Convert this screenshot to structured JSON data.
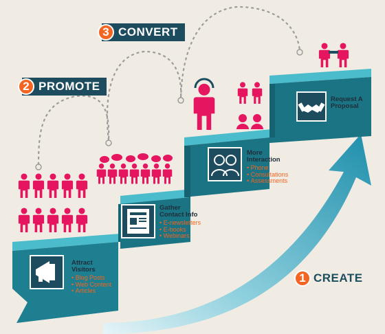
{
  "phases": {
    "convert": {
      "number": "3",
      "label": "CONVERT"
    },
    "promote": {
      "number": "2",
      "label": "PROMOTE"
    },
    "create": {
      "number": "1",
      "label": "CREATE"
    }
  },
  "steps": [
    {
      "title_lines": [
        "Attract",
        "Visitors"
      ],
      "items": [
        "Blog Posts",
        "Web Content",
        "Articles"
      ],
      "icon": "megaphone-icon"
    },
    {
      "title_lines": [
        "Gather",
        "Contact Info"
      ],
      "items": [
        "E-newsletters",
        "E-books",
        "Webinars"
      ],
      "icon": "newsletter-icon"
    },
    {
      "title_lines": [
        "More",
        "Interaction"
      ],
      "items": [
        "Phone",
        "Consultations",
        "Assessments"
      ],
      "icon": "people-icon"
    },
    {
      "title_lines": [
        "Request A",
        "Proposal"
      ],
      "items": [],
      "icon": "handshake-icon"
    }
  ],
  "colors": {
    "background": "#f1ece3",
    "stairs_top": "#3aa9b8",
    "stairs_face": "#1e7f90",
    "arrow": "#2a9fb6",
    "people": "#e6155f",
    "dark_bar": "#1d4c5f",
    "accent": "#f26522",
    "dashed": "#9c9c9c"
  }
}
